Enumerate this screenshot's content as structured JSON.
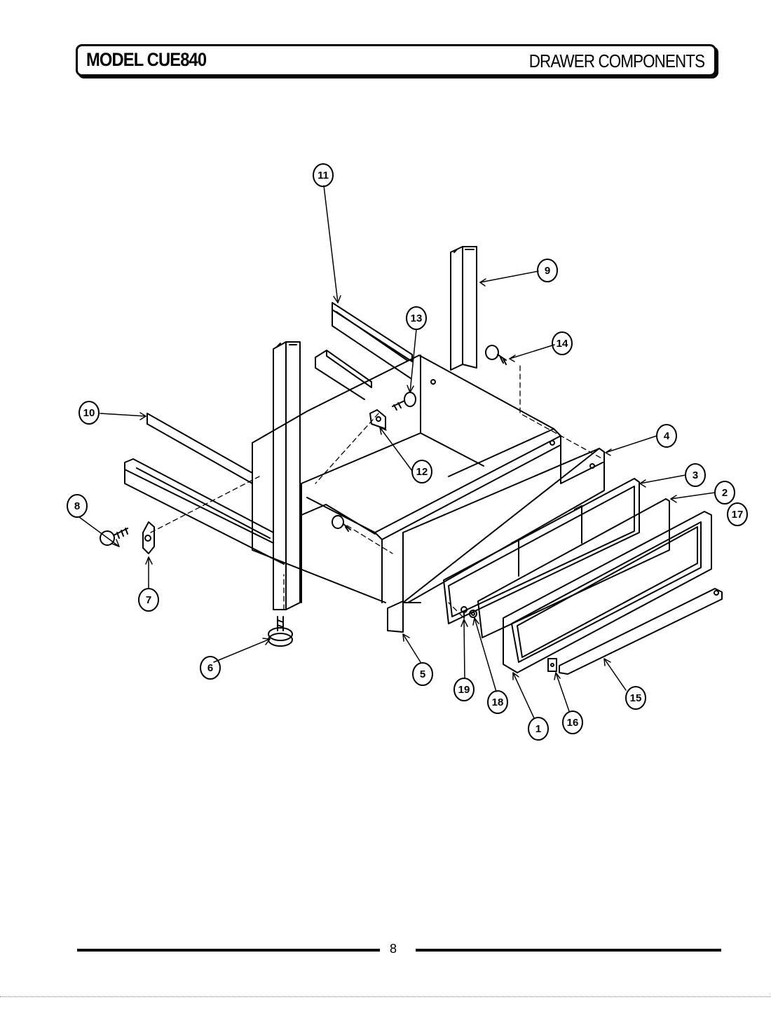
{
  "header": {
    "model": "MODEL CUE840",
    "section": "DRAWER COMPONENTS"
  },
  "diagram": {
    "callouts": [
      "1",
      "2",
      "3",
      "4",
      "5",
      "6",
      "7",
      "8",
      "9",
      "10",
      "11",
      "12",
      "13",
      "14",
      "15",
      "16",
      "17",
      "18",
      "19"
    ]
  },
  "footer": {
    "page_number": "8"
  }
}
